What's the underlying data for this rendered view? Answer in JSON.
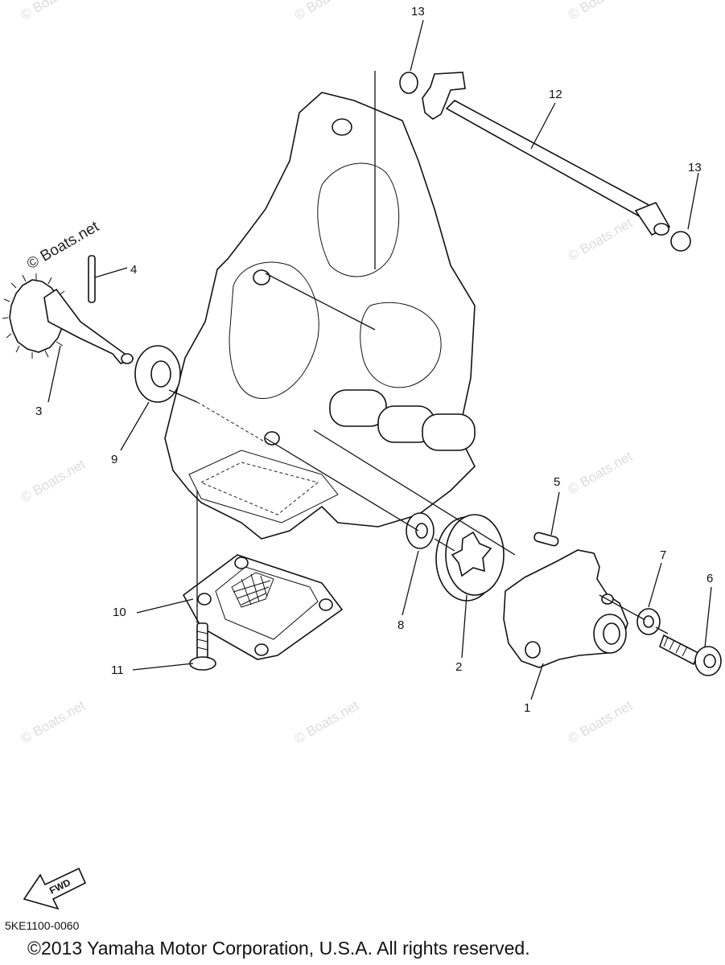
{
  "callouts": {
    "c1": "1",
    "c2": "2",
    "c3": "3",
    "c4": "4",
    "c5": "5",
    "c6": "6",
    "c7": "7",
    "c8": "8",
    "c9": "9",
    "c10": "10",
    "c11": "11",
    "c12": "12",
    "c13a": "13",
    "c13b": "13"
  },
  "watermark": "© Boats.net",
  "direction_arrow": "FWD",
  "diagram_code": "5KE1100-0060",
  "copyright": "©2013 Yamaha Motor Corporation, U.S.A. All rights reserved."
}
